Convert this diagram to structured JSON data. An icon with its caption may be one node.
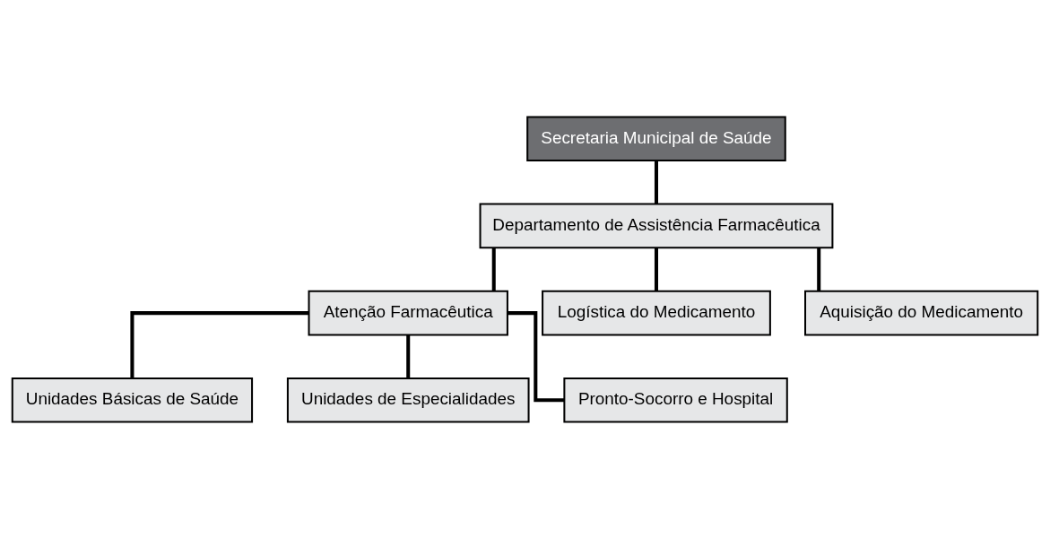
{
  "diagram": {
    "nodes": [
      {
        "text": [
          "Secretaria Municipal de Saúde"
        ]
      },
      {
        "text": [
          "Departamento de Assistência Farmacêutica"
        ]
      },
      {
        "text": [
          "Atenção Farmacêutica"
        ]
      },
      {
        "text": [
          "Logística do Medicamento"
        ]
      },
      {
        "text": [
          "Aquisição do Medicamento"
        ]
      },
      {
        "text": [
          "Unidades Básicas de Saúde"
        ]
      },
      {
        "text": [
          "Unidades de Especialidades"
        ]
      },
      {
        "text": [
          "Pronto-Socorro e Hospital"
        ]
      }
    ],
    "edges": [
      {
        "from": 0,
        "to": 1,
        "arrow": "none"
      },
      {
        "from": 1,
        "to": 2,
        "arrow": "none"
      },
      {
        "from": 1,
        "to": 3,
        "arrow": "none"
      },
      {
        "from": 1,
        "to": 4,
        "arrow": "none"
      },
      {
        "from": 2,
        "to": 5,
        "arrow": "none"
      },
      {
        "from": 2,
        "to": 6,
        "arrow": "none"
      },
      {
        "from": 2,
        "to": 7,
        "arrow": "none"
      }
    ]
  }
}
